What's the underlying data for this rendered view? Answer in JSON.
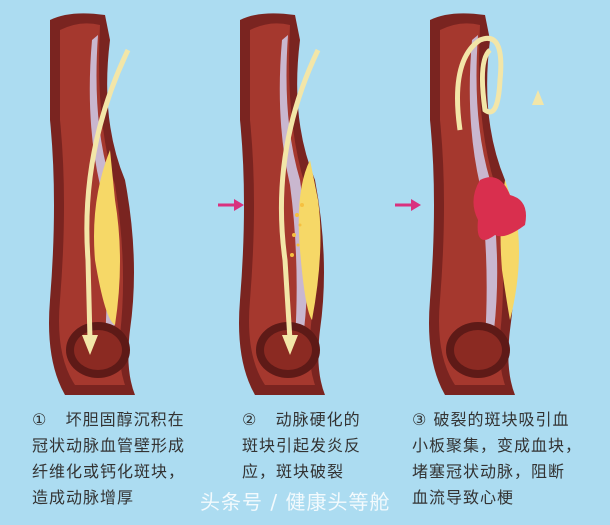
{
  "panels": [
    {
      "step": "①",
      "lines": [
        "坏胆固醇沉积在",
        "冠状动脉血管壁形成",
        "纤维化或钙化斑块，",
        "造成动脉增厚"
      ]
    },
    {
      "step": "②",
      "lines": [
        "动脉硬化的",
        "斑块引起发炎反",
        "应，斑块破裂"
      ]
    },
    {
      "step": "③",
      "lines": [
        "破裂的斑块吸引血",
        "小板聚集，变成血块，",
        "堵塞冠状动脉，阻断",
        "血流导致心梗"
      ]
    }
  ],
  "watermark": "头条号 / 健康头等舱",
  "colors": {
    "background": "#acdcf1",
    "artery": "#8b2a22",
    "plaque": "#f6d867",
    "flow_arrow": "#f3e6a8",
    "step_arrow": "#d9317e",
    "clot": "#d92f4e"
  }
}
